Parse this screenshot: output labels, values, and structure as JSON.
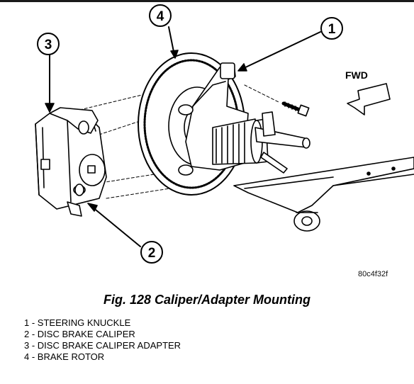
{
  "figure": {
    "callouts": [
      "1",
      "2",
      "3",
      "4"
    ],
    "direction_label": "FWD",
    "image_code": "80c4f32f"
  },
  "caption": "Fig. 128 Caliper/Adapter Mounting",
  "legend": [
    "1 - STEERING KNUCKLE",
    "2 - DISC BRAKE CALIPER",
    "3 - DISC BRAKE CALIPER ADAPTER",
    "4 - BRAKE ROTOR"
  ]
}
